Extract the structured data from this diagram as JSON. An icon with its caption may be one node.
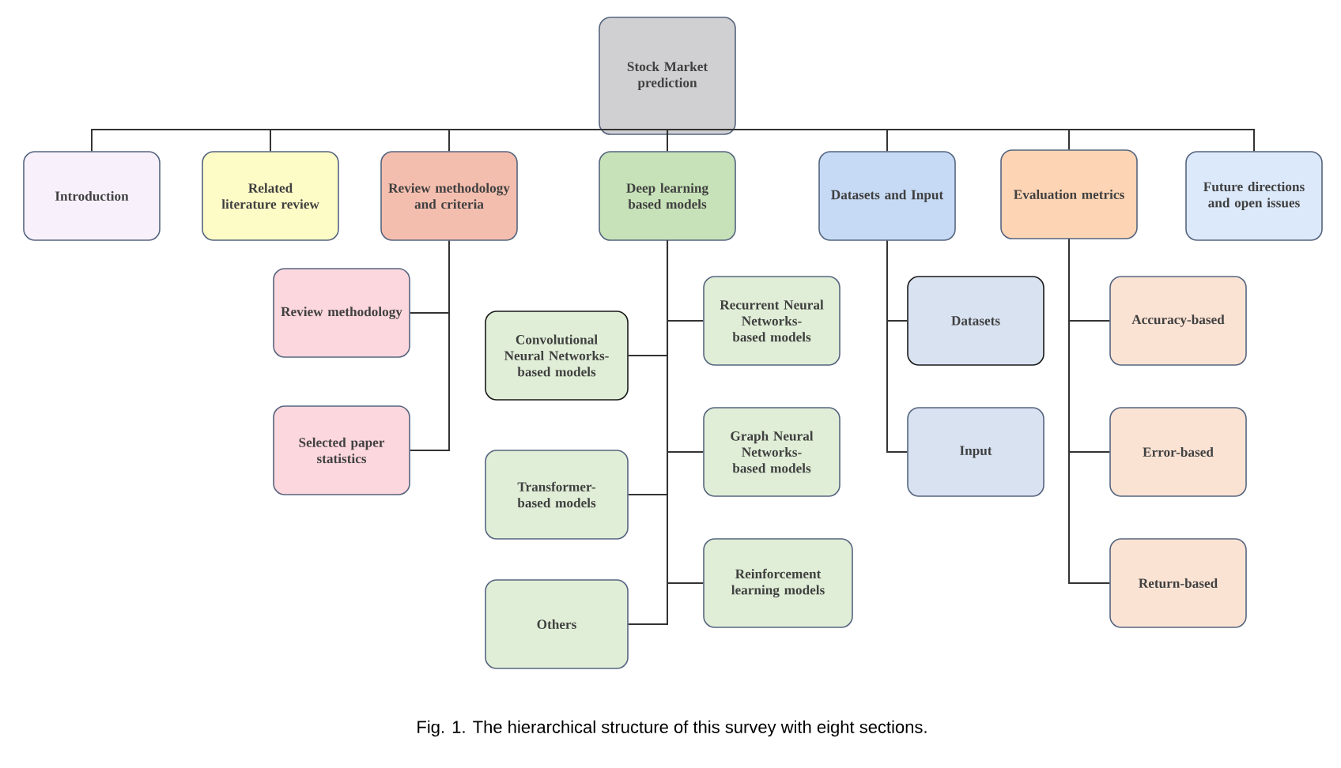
{
  "diagram": {
    "caption": "Fig. 1. The hierarchical structure of this survey with eight sections.",
    "nodes": [
      {
        "text": [
          "Stock Market prediction"
        ]
      },
      {
        "text": [
          "Introduction"
        ]
      },
      {
        "text": [
          "Related literature review"
        ]
      },
      {
        "text": [
          "Review methodology and criteria"
        ]
      },
      {
        "text": [
          "Deep learning based models"
        ]
      },
      {
        "text": [
          "Datasets and Input"
        ]
      },
      {
        "text": [
          "Evaluation metrics"
        ]
      },
      {
        "text": [
          "Future directions and open issues"
        ]
      },
      {
        "text": [
          "Review methodology"
        ]
      },
      {
        "text": [
          "Selected paper statistics"
        ]
      },
      {
        "text": [
          "Recurrent Neural Networks-based models"
        ]
      },
      {
        "text": [
          "Convolutional Neural Networks-based models"
        ]
      },
      {
        "text": [
          "Graph Neural Networks-based models"
        ]
      },
      {
        "text": [
          "Transformer-based models"
        ]
      },
      {
        "text": [
          "Reinforcement learning models"
        ]
      },
      {
        "text": [
          "Others"
        ]
      },
      {
        "text": [
          "Datasets"
        ]
      },
      {
        "text": [
          "Input"
        ]
      },
      {
        "text": [
          "Accuracy-based"
        ]
      },
      {
        "text": [
          "Error-based"
        ]
      },
      {
        "text": [
          "Return-based"
        ]
      }
    ],
    "edges": [
      {
        "from": 0,
        "to": 1,
        "arrow": "none"
      },
      {
        "from": 0,
        "to": 2,
        "arrow": "none"
      },
      {
        "from": 0,
        "to": 3,
        "arrow": "none"
      },
      {
        "from": 0,
        "to": 4,
        "arrow": "none"
      },
      {
        "from": 0,
        "to": 5,
        "arrow": "none"
      },
      {
        "from": 0,
        "to": 6,
        "arrow": "none"
      },
      {
        "from": 0,
        "to": 7,
        "arrow": "none"
      },
      {
        "from": 3,
        "to": 8,
        "arrow": "none"
      },
      {
        "from": 3,
        "to": 9,
        "arrow": "none"
      },
      {
        "from": 4,
        "to": 10,
        "arrow": "none"
      },
      {
        "from": 4,
        "to": 11,
        "arrow": "none"
      },
      {
        "from": 4,
        "to": 12,
        "arrow": "none"
      },
      {
        "from": 4,
        "to": 13,
        "arrow": "none"
      },
      {
        "from": 4,
        "to": 14,
        "arrow": "none"
      },
      {
        "from": 4,
        "to": 15,
        "arrow": "none"
      },
      {
        "from": 5,
        "to": 16,
        "arrow": "none"
      },
      {
        "from": 5,
        "to": 17,
        "arrow": "none"
      },
      {
        "from": 6,
        "to": 18,
        "arrow": "none"
      },
      {
        "from": 6,
        "to": 19,
        "arrow": "none"
      },
      {
        "from": 6,
        "to": 20,
        "arrow": "none"
      }
    ]
  }
}
